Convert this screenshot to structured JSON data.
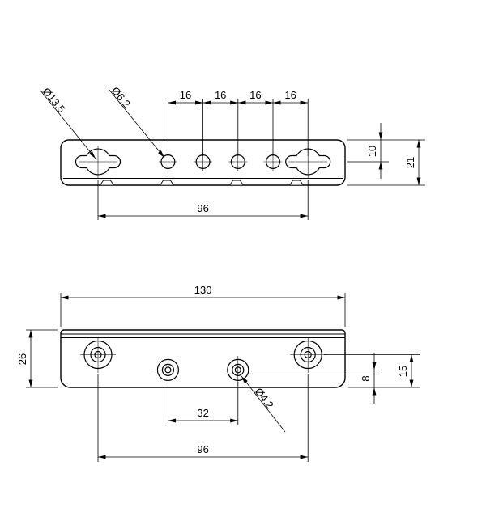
{
  "views": {
    "top": {
      "pitch_labels": [
        "16",
        "16",
        "16",
        "16"
      ],
      "edge_to_center": "10",
      "total_height": "21",
      "keyhole_span": "96",
      "keyhole_diameter": "Ø13,5",
      "hole_diameter": "Ø6,2"
    },
    "front": {
      "total_length": "130",
      "total_height": "26",
      "center_hole_pitch": "32",
      "outer_hole_span": "96",
      "base_to_center_hole": "8",
      "base_to_outer_hole": "15",
      "hole_diameter": "Ø4,2"
    }
  },
  "colors": {
    "line": "#000000",
    "background": "#ffffff"
  }
}
